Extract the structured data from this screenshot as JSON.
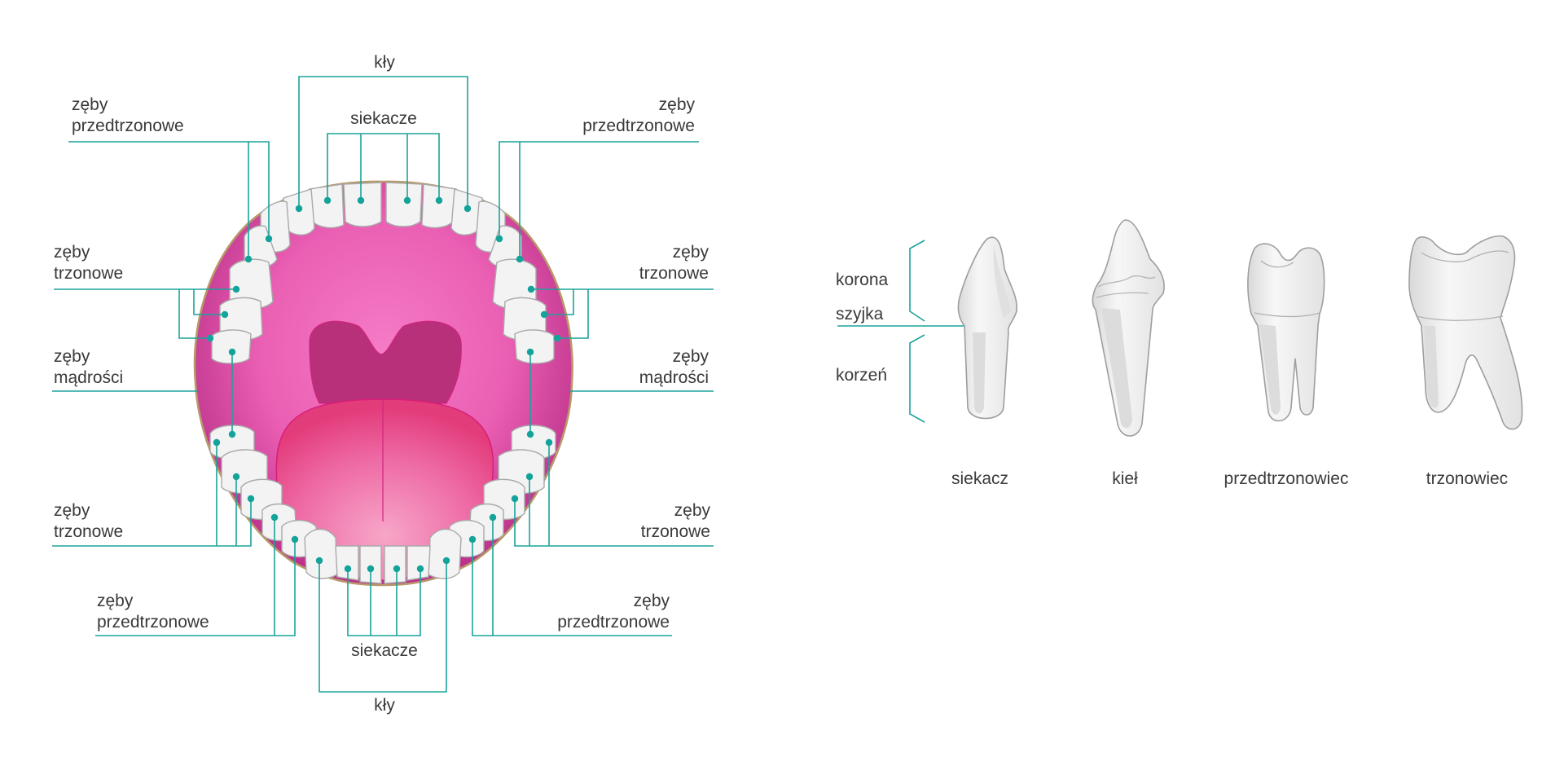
{
  "diagram": {
    "mouth_labels": {
      "top_canines": "kły",
      "top_incisors": "siekacze",
      "top_left_premolars": [
        "zęby",
        "przedtrzonowe"
      ],
      "top_right_premolars": [
        "zęby",
        "przedtrzonowe"
      ],
      "top_left_molars": [
        "zęby",
        "trzonowe"
      ],
      "top_right_molars": [
        "zęby",
        "trzonowe"
      ],
      "left_wisdom": [
        "zęby",
        "mądrości"
      ],
      "right_wisdom": [
        "zęby",
        "mądrości"
      ],
      "bottom_left_molars": [
        "zęby",
        "trzonowe"
      ],
      "bottom_right_molars": [
        "zęby",
        "trzonowe"
      ],
      "bottom_left_premolars": [
        "zęby",
        "przedtrzonowe"
      ],
      "bottom_right_premolars": [
        "zęby",
        "przedtrzonowe"
      ],
      "bottom_incisors": "siekacze",
      "bottom_canines": "kły"
    },
    "tooth_parts": {
      "crown": "korona",
      "neck": "szyjka",
      "root": "korzeń"
    },
    "tooth_types": {
      "incisor": "siekacz",
      "canine": "kieł",
      "premolar": "przedtrzonowiec",
      "molar": "trzonowiec"
    },
    "colors": {
      "leader_line": "#1aa39b",
      "dot": "#13a39a",
      "gum_outline": "#b8986a",
      "mouth_inner": "#f06bbd",
      "mouth_outer": "#c0338f",
      "tongue": "#e8417e",
      "palate": "#b8307a",
      "tooth_fill": "#f3f3f3",
      "tooth_outline": "#a9a9a9"
    }
  }
}
